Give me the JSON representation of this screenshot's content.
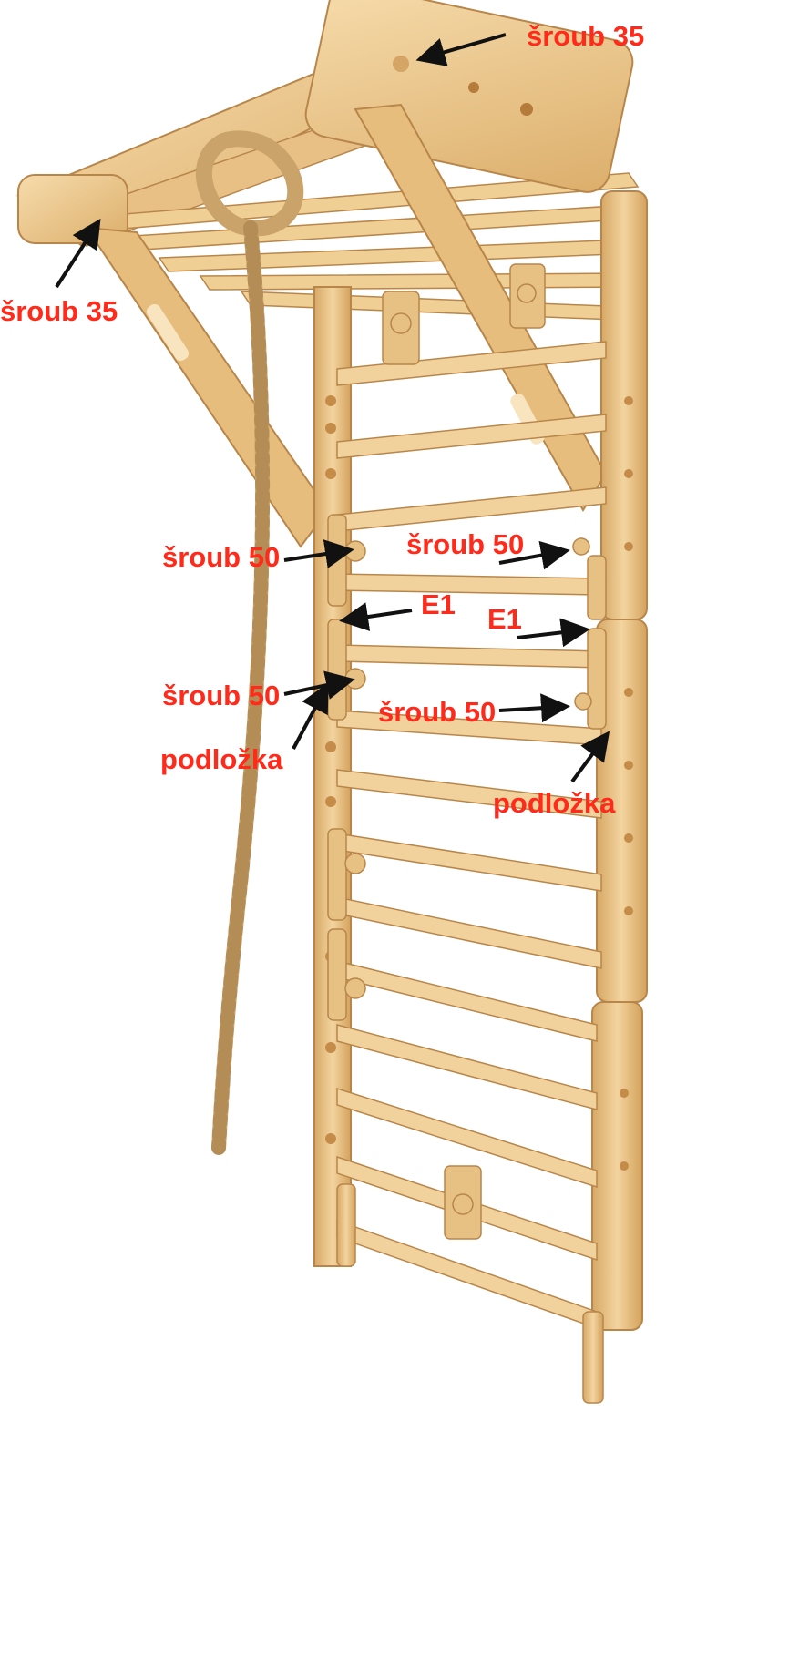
{
  "labels": {
    "top_screw": "šroub 35",
    "left_screw": "šroub 35",
    "left_mid_screw_upper": "šroub 50",
    "right_mid_screw_upper": "šroub 50",
    "left_e1": "E1",
    "right_e1": "E1",
    "left_mid_screw_lower": "šroub 50",
    "right_mid_screw_lower": "šroub 50",
    "left_washer": "podložka",
    "right_washer": "podložka"
  },
  "colors": {
    "label": "#ff2a1a",
    "arrow": "#111111",
    "wood_light": "#f1d29d",
    "wood_mid": "#e4bb7a",
    "wood_dark": "#c99752",
    "rope": "#c9a36a"
  }
}
